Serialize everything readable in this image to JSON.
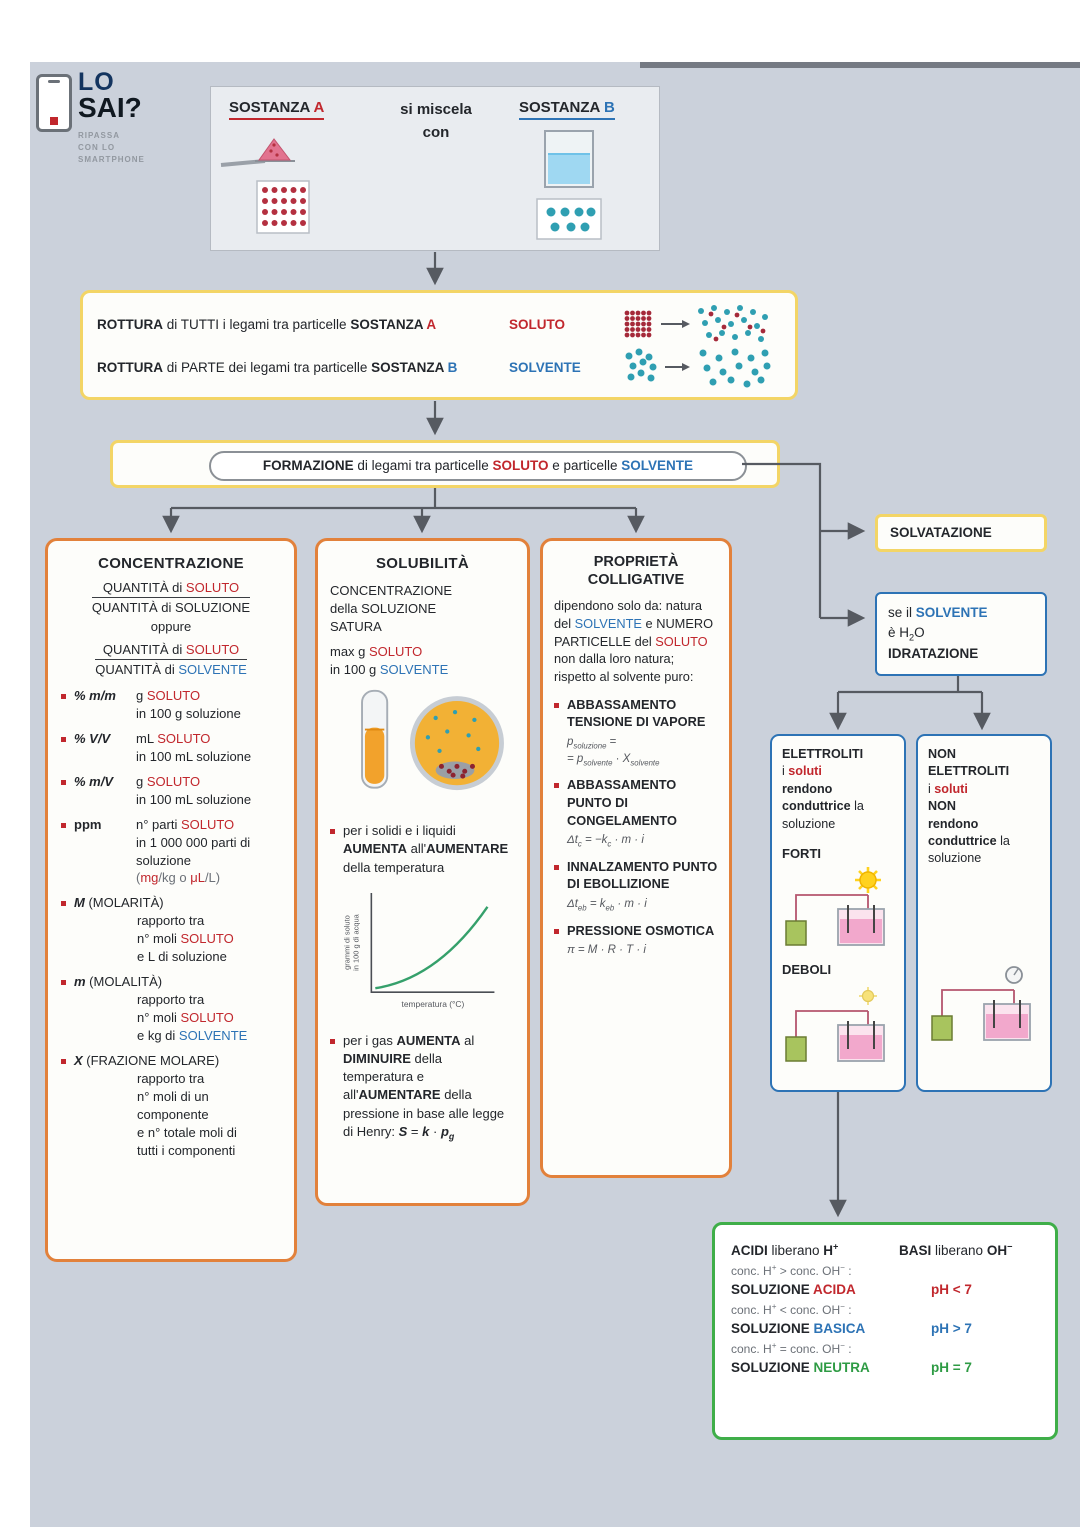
{
  "colors": {
    "background": "#cbd1db",
    "panel": "#fdfdfa",
    "yellow_border": "#f3d566",
    "orange_border": "#e2813b",
    "blue_border": "#2d73b5",
    "green_border": "#3fae49",
    "red_accent": "#c1272d",
    "blue_accent": "#2d73b5",
    "green_accent": "#2e9b44",
    "arrow": "#565a61"
  },
  "icons": {
    "logo": "smartphone-icon",
    "substance_a": "powder-crystal-icon",
    "substance_b": "beaker-liquid-icon",
    "rottura_soluto": "solute-dissociation-icon",
    "rottura_solvente": "solvent-dissociation-icon",
    "solubilita": "test-tube-magnifier-icon",
    "graph": "solubility-temperature-graph",
    "forti": "bright-lamp-circuit-icon",
    "deboli": "dim-lamp-circuit-icon",
    "non_elettroliti": "no-conduction-circuit-icon"
  },
  "logo": {
    "lo": "LO",
    "sai": "SAI?",
    "tag1": "RIPASSA",
    "tag2": "CON LO",
    "tag3": "SMARTPHONE"
  },
  "top": {
    "substance_a": [
      {
        "t": "SOSTANZA ",
        "b": 1
      },
      {
        "t": "A",
        "b": 1,
        "c": "red"
      }
    ],
    "mix1": "si miscela",
    "mix2": "con",
    "substance_b": [
      {
        "t": "SOSTANZA ",
        "b": 1
      },
      {
        "t": "B",
        "b": 1,
        "c": "blue"
      }
    ]
  },
  "rottura": {
    "line1": {
      "text": [
        {
          "t": "ROTTURA",
          "b": 1
        },
        {
          "t": " di TUTTI i legami tra particelle "
        },
        {
          "t": "SOSTANZA ",
          "b": 1
        },
        {
          "t": "A",
          "b": 1,
          "c": "red"
        }
      ],
      "label": [
        {
          "t": "SOLUTO",
          "b": 1,
          "c": "red"
        }
      ]
    },
    "line2": {
      "text": [
        {
          "t": "ROTTURA",
          "b": 1
        },
        {
          "t": " di PARTE dei legami tra particelle "
        },
        {
          "t": "SOSTANZA ",
          "b": 1
        },
        {
          "t": "B",
          "b": 1,
          "c": "blue"
        }
      ],
      "label": [
        {
          "t": "SOLVENTE",
          "b": 1,
          "c": "blue"
        }
      ]
    }
  },
  "formazione": [
    {
      "t": "FORMAZIONE",
      "b": 1
    },
    {
      "t": " di legami tra particelle "
    },
    {
      "t": "SOLUTO",
      "b": 1,
      "c": "red"
    },
    {
      "t": " e particelle "
    },
    {
      "t": "SOLVENTE",
      "b": 1,
      "c": "blue"
    }
  ],
  "solvatazione": {
    "label": "SOLVATAZIONE"
  },
  "idratazione": {
    "lines": [
      [
        {
          "t": "se il "
        },
        {
          "t": "SOLVENTE",
          "b": 1,
          "c": "blue"
        }
      ],
      [
        {
          "t": "è H"
        },
        {
          "t": "2",
          "sub": 1
        },
        {
          "t": "O"
        }
      ],
      [
        {
          "t": "IDRATAZIONE",
          "b": 1
        }
      ]
    ]
  },
  "concentrazione": {
    "title": "CONCENTRAZIONE",
    "frac1": {
      "num": [
        {
          "t": "QUANTITÀ di "
        },
        {
          "t": "SOLUTO",
          "c": "red"
        }
      ],
      "den": [
        {
          "t": "QUANTITÀ di SOLUZIONE"
        }
      ]
    },
    "oppure": "oppure",
    "frac2": {
      "num": [
        {
          "t": "QUANTITÀ di "
        },
        {
          "t": "SOLUTO",
          "c": "red"
        }
      ],
      "den": [
        {
          "t": "QUANTITÀ di "
        },
        {
          "t": "SOLVENTE",
          "c": "blue"
        }
      ]
    },
    "items": [
      {
        "term": [
          {
            "t": "% m/m",
            "b": 1,
            "i": 1
          }
        ],
        "lines": [
          [
            {
              "t": "g "
            },
            {
              "t": "SOLUTO",
              "c": "red"
            }
          ],
          [
            {
              "t": "in 100 g soluzione"
            }
          ]
        ]
      },
      {
        "term": [
          {
            "t": "% V/V",
            "b": 1,
            "i": 1
          }
        ],
        "lines": [
          [
            {
              "t": "mL "
            },
            {
              "t": "SOLUTO",
              "c": "red"
            }
          ],
          [
            {
              "t": "in 100 mL soluzione"
            }
          ]
        ]
      },
      {
        "term": [
          {
            "t": "% m/V",
            "b": 1,
            "i": 1
          }
        ],
        "lines": [
          [
            {
              "t": "g "
            },
            {
              "t": "SOLUTO",
              "c": "red"
            }
          ],
          [
            {
              "t": "in 100 mL soluzione"
            }
          ]
        ]
      },
      {
        "term": [
          {
            "t": "ppm",
            "b": 1
          }
        ],
        "lines": [
          [
            {
              "t": "n° parti "
            },
            {
              "t": "SOLUTO",
              "c": "red"
            }
          ],
          [
            {
              "t": "in 1 000 000 parti di"
            }
          ],
          [
            {
              "t": "soluzione"
            }
          ],
          [
            {
              "t": "(",
              "c": "gray"
            },
            {
              "t": "mg",
              "c": "red"
            },
            {
              "t": "/kg o ",
              "c": "gray"
            },
            {
              "t": "μL",
              "c": "red"
            },
            {
              "t": "/L)",
              "c": "gray"
            }
          ]
        ]
      },
      {
        "term": [
          {
            "t": "M",
            "b": 1,
            "i": 1
          },
          {
            "t": " (MOLARITÀ)"
          }
        ],
        "lines": [
          [
            {
              "t": "rapporto tra"
            }
          ],
          [
            {
              "t": "n° moli "
            },
            {
              "t": "SOLUTO",
              "c": "red"
            }
          ],
          [
            {
              "t": "e L di soluzione"
            }
          ]
        ]
      },
      {
        "term": [
          {
            "t": "m",
            "b": 1,
            "i": 1
          },
          {
            "t": " (MOLALITÀ)"
          }
        ],
        "lines": [
          [
            {
              "t": "rapporto tra"
            }
          ],
          [
            {
              "t": "n° moli "
            },
            {
              "t": "SOLUTO",
              "c": "red"
            }
          ],
          [
            {
              "t": "e kg di "
            },
            {
              "t": "SOLVENTE",
              "c": "blue"
            }
          ]
        ]
      },
      {
        "term": [
          {
            "t": "X",
            "b": 1,
            "i": 1
          },
          {
            "t": " (FRAZIONE MOLARE)"
          }
        ],
        "lines": [
          [
            {
              "t": "rapporto tra"
            }
          ],
          [
            {
              "t": "n° moli di un"
            }
          ],
          [
            {
              "t": "componente"
            }
          ],
          [
            {
              "t": "e n° totale moli di"
            }
          ],
          [
            {
              "t": "tutti i componenti"
            }
          ]
        ]
      }
    ]
  },
  "solubilita": {
    "title": "SOLUBILITÀ",
    "p1_lines": [
      [
        {
          "t": "CONCENTRAZIONE"
        }
      ],
      [
        {
          "t": "della SOLUZIONE"
        }
      ],
      [
        {
          "t": "SATURA"
        }
      ]
    ],
    "p2_lines": [
      [
        {
          "t": "max g "
        },
        {
          "t": "SOLUTO",
          "c": "red"
        }
      ],
      [
        {
          "t": "in 100 g "
        },
        {
          "t": "SOLVENTE",
          "c": "blue"
        }
      ]
    ],
    "bullet1": [
      {
        "t": "per i solidi e i liquidi "
      },
      {
        "t": "AUMENTA",
        "b": 1
      },
      {
        "t": " all'"
      },
      {
        "t": "AUMENTARE",
        "b": 1
      },
      {
        "t": " della temperatura"
      }
    ],
    "graph": {
      "ylabel1": "grammi di soluto",
      "ylabel2": "in 100 g di acqua",
      "xlabel": "temperatura (°C)"
    },
    "bullet2": [
      {
        "t": "per i gas "
      },
      {
        "t": "AUMENTA",
        "b": 1
      },
      {
        "t": " al "
      },
      {
        "t": "DIMINUIRE",
        "b": 1
      },
      {
        "t": " della temperatura e all'"
      },
      {
        "t": "AUMENTARE",
        "b": 1
      },
      {
        "t": " della pressione in base alle legge di Henry: "
      },
      {
        "t": "S",
        "b": 1,
        "i": 1
      },
      {
        "t": " = "
      },
      {
        "t": "k",
        "b": 1,
        "i": 1
      },
      {
        "t": " · "
      },
      {
        "t": "p",
        "b": 1,
        "i": 1
      },
      {
        "t": "g",
        "b": 1,
        "i": 1,
        "sub": 1
      }
    ]
  },
  "colligative": {
    "title1": "PROPRIETÀ",
    "title2": "COLLIGATIVE",
    "intro": [
      {
        "t": "dipendono solo da: natura del "
      },
      {
        "t": "SOLVENTE",
        "c": "blue"
      },
      {
        "t": " e NUMERO PARTICELLE del "
      },
      {
        "t": "SOLUTO",
        "c": "red"
      },
      {
        "t": " non dalla loro natura; rispetto al solvente puro:"
      }
    ],
    "items": [
      {
        "title": [
          {
            "t": "ABBASSAMENTO TENSIONE DI VAPORE",
            "b": 1
          }
        ],
        "formula": [
          [
            {
              "t": "p",
              "i": 1
            },
            {
              "t": "soluzione",
              "i": 1,
              "sub": 1
            },
            {
              "t": " ="
            }
          ],
          [
            {
              "t": "= p",
              "i": 1
            },
            {
              "t": "solvente",
              "i": 1,
              "sub": 1
            },
            {
              "t": " · "
            },
            {
              "t": "X",
              "i": 1
            },
            {
              "t": "solvente",
              "i": 1,
              "sub": 1
            }
          ]
        ]
      },
      {
        "title": [
          {
            "t": "ABBASSAMENTO PUNTO DI CONGELAMENTO",
            "b": 1
          }
        ],
        "formula": [
          [
            {
              "t": "Δt",
              "i": 1
            },
            {
              "t": "c",
              "i": 1,
              "sub": 1
            },
            {
              "t": " = −k",
              "i": 1
            },
            {
              "t": "c",
              "i": 1,
              "sub": 1
            },
            {
              "t": " · m · i",
              "i": 1
            }
          ]
        ]
      },
      {
        "title": [
          {
            "t": "INNALZAMENTO PUNTO DI EBOLLIZIONE",
            "b": 1
          }
        ],
        "formula": [
          [
            {
              "t": "Δt",
              "i": 1
            },
            {
              "t": "eb",
              "i": 1,
              "sub": 1
            },
            {
              "t": " = k",
              "i": 1
            },
            {
              "t": "eb",
              "i": 1,
              "sub": 1
            },
            {
              "t": " · m · i",
              "i": 1
            }
          ]
        ]
      },
      {
        "title": [
          {
            "t": "PRESSIONE OSMOTICA",
            "b": 1
          }
        ],
        "formula": [
          [
            {
              "t": "π = M · R · T · i",
              "i": 1
            }
          ]
        ]
      }
    ]
  },
  "elettroliti": {
    "lines": [
      [
        {
          "t": "ELETTROLITI",
          "b": 1
        }
      ],
      [
        {
          "t": "i "
        },
        {
          "t": "soluti",
          "b": 1,
          "c": "red"
        }
      ],
      [
        {
          "t": "rendono",
          "b": 1
        }
      ],
      [
        {
          "t": "conduttrice",
          "b": 1
        },
        {
          "t": " la"
        }
      ],
      [
        {
          "t": "soluzione"
        }
      ]
    ],
    "forti": "FORTI",
    "deboli": "DEBOLI"
  },
  "non_elettroliti": {
    "lines": [
      [
        {
          "t": "NON",
          "b": 1
        }
      ],
      [
        {
          "t": "ELETTROLITI",
          "b": 1
        }
      ],
      [
        {
          "t": "i "
        },
        {
          "t": "soluti",
          "b": 1,
          "c": "red"
        }
      ],
      [
        {
          "t": "NON",
          "b": 1
        }
      ],
      [
        {
          "t": "rendono",
          "b": 1
        }
      ],
      [
        {
          "t": "conduttrice",
          "b": 1
        },
        {
          "t": " la"
        }
      ],
      [
        {
          "t": "soluzione"
        }
      ]
    ]
  },
  "acidi_basi": {
    "rows": [
      {
        "left": [
          {
            "t": "ACIDI",
            "b": 1
          },
          {
            "t": " liberano "
          },
          {
            "t": "H",
            "b": 1
          },
          {
            "t": "+",
            "b": 1,
            "sup": 1
          }
        ],
        "right": [
          {
            "t": "BASI",
            "b": 1
          },
          {
            "t": " liberano "
          },
          {
            "t": "OH",
            "b": 1
          },
          {
            "t": "−",
            "b": 1,
            "sup": 1
          }
        ]
      },
      {
        "left": [
          {
            "t": "conc. H",
            "c": "gray"
          },
          {
            "t": "+",
            "c": "gray",
            "sup": 1
          },
          {
            "t": " > conc. OH",
            "c": "gray"
          },
          {
            "t": "−",
            "c": "gray",
            "sup": 1
          },
          {
            "t": " :",
            "c": "gray"
          }
        ],
        "right": []
      },
      {
        "left": [
          {
            "t": "SOLUZIONE ",
            "b": 1
          },
          {
            "t": "ACIDA",
            "b": 1,
            "c": "red"
          }
        ],
        "right": [
          {
            "t": "pH < 7",
            "b": 1,
            "c": "red"
          }
        ]
      },
      {
        "left": [
          {
            "t": "conc. H",
            "c": "gray"
          },
          {
            "t": "+",
            "c": "gray",
            "sup": 1
          },
          {
            "t": " < conc. OH",
            "c": "gray"
          },
          {
            "t": "−",
            "c": "gray",
            "sup": 1
          },
          {
            "t": " :",
            "c": "gray"
          }
        ],
        "right": []
      },
      {
        "left": [
          {
            "t": "SOLUZIONE ",
            "b": 1
          },
          {
            "t": "BASICA",
            "b": 1,
            "c": "blue"
          }
        ],
        "right": [
          {
            "t": "pH > 7",
            "b": 1,
            "c": "blue"
          }
        ]
      },
      {
        "left": [
          {
            "t": "conc. H",
            "c": "gray"
          },
          {
            "t": "+",
            "c": "gray",
            "sup": 1
          },
          {
            "t": " = conc. OH",
            "c": "gray"
          },
          {
            "t": "−",
            "c": "gray",
            "sup": 1
          },
          {
            "t": " :",
            "c": "gray"
          }
        ],
        "right": []
      },
      {
        "left": [
          {
            "t": "SOLUZIONE ",
            "b": 1
          },
          {
            "t": "NEUTRA",
            "b": 1,
            "c": "green"
          }
        ],
        "right": [
          {
            "t": "pH = 7",
            "b": 1,
            "c": "green"
          }
        ]
      }
    ]
  }
}
